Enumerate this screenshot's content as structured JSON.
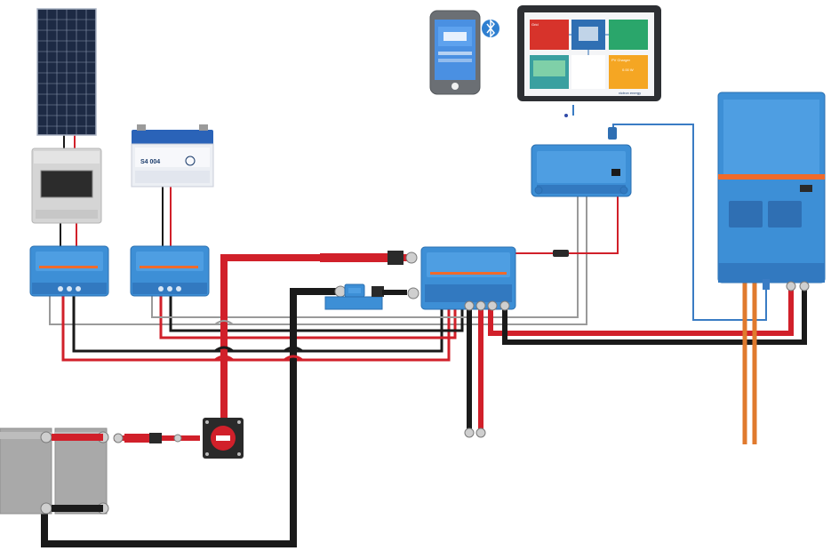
{
  "colors": {
    "positive_cable": "#d1202a",
    "negative_cable": "#1a1a1a",
    "signal_cable": "#9a9a9a",
    "comm_cable": "#3a7cc4",
    "ac_cable": "#e07a2e",
    "device_blue": "#3d8fd6",
    "device_orange": "#f06a2a"
  },
  "starter_battery": {
    "label": "S4 004"
  },
  "tablet": {
    "tiles": {
      "grid": "Grid",
      "pv_charger": "PV Charger",
      "pv_charger_value": "0.00 W"
    },
    "brand": "victron energy"
  },
  "icons": {
    "bluetooth": "bluetooth-icon",
    "solar_panel": "solar-panel-icon"
  }
}
